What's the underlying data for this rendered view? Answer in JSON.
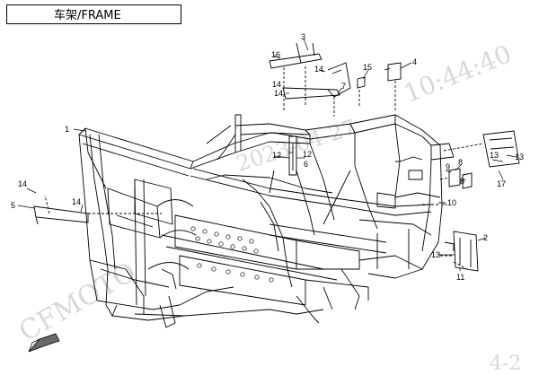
{
  "title": "车架/FRAME",
  "watermarks": [
    "CFMOTO",
    "10:44:40",
    "2023-04-27",
    "4-2"
  ],
  "callouts": [
    "1",
    "2",
    "3",
    "4",
    "5",
    "6",
    "7",
    "8",
    "8",
    "9",
    "10",
    "11",
    "12",
    "12",
    "13",
    "13",
    "13",
    "14",
    "14",
    "14",
    "14",
    "14",
    "15",
    "16",
    "17"
  ],
  "colors": {
    "line": "#000000",
    "watermark": "#d8d8d8",
    "arrow_fill": "#6a6a6a"
  }
}
